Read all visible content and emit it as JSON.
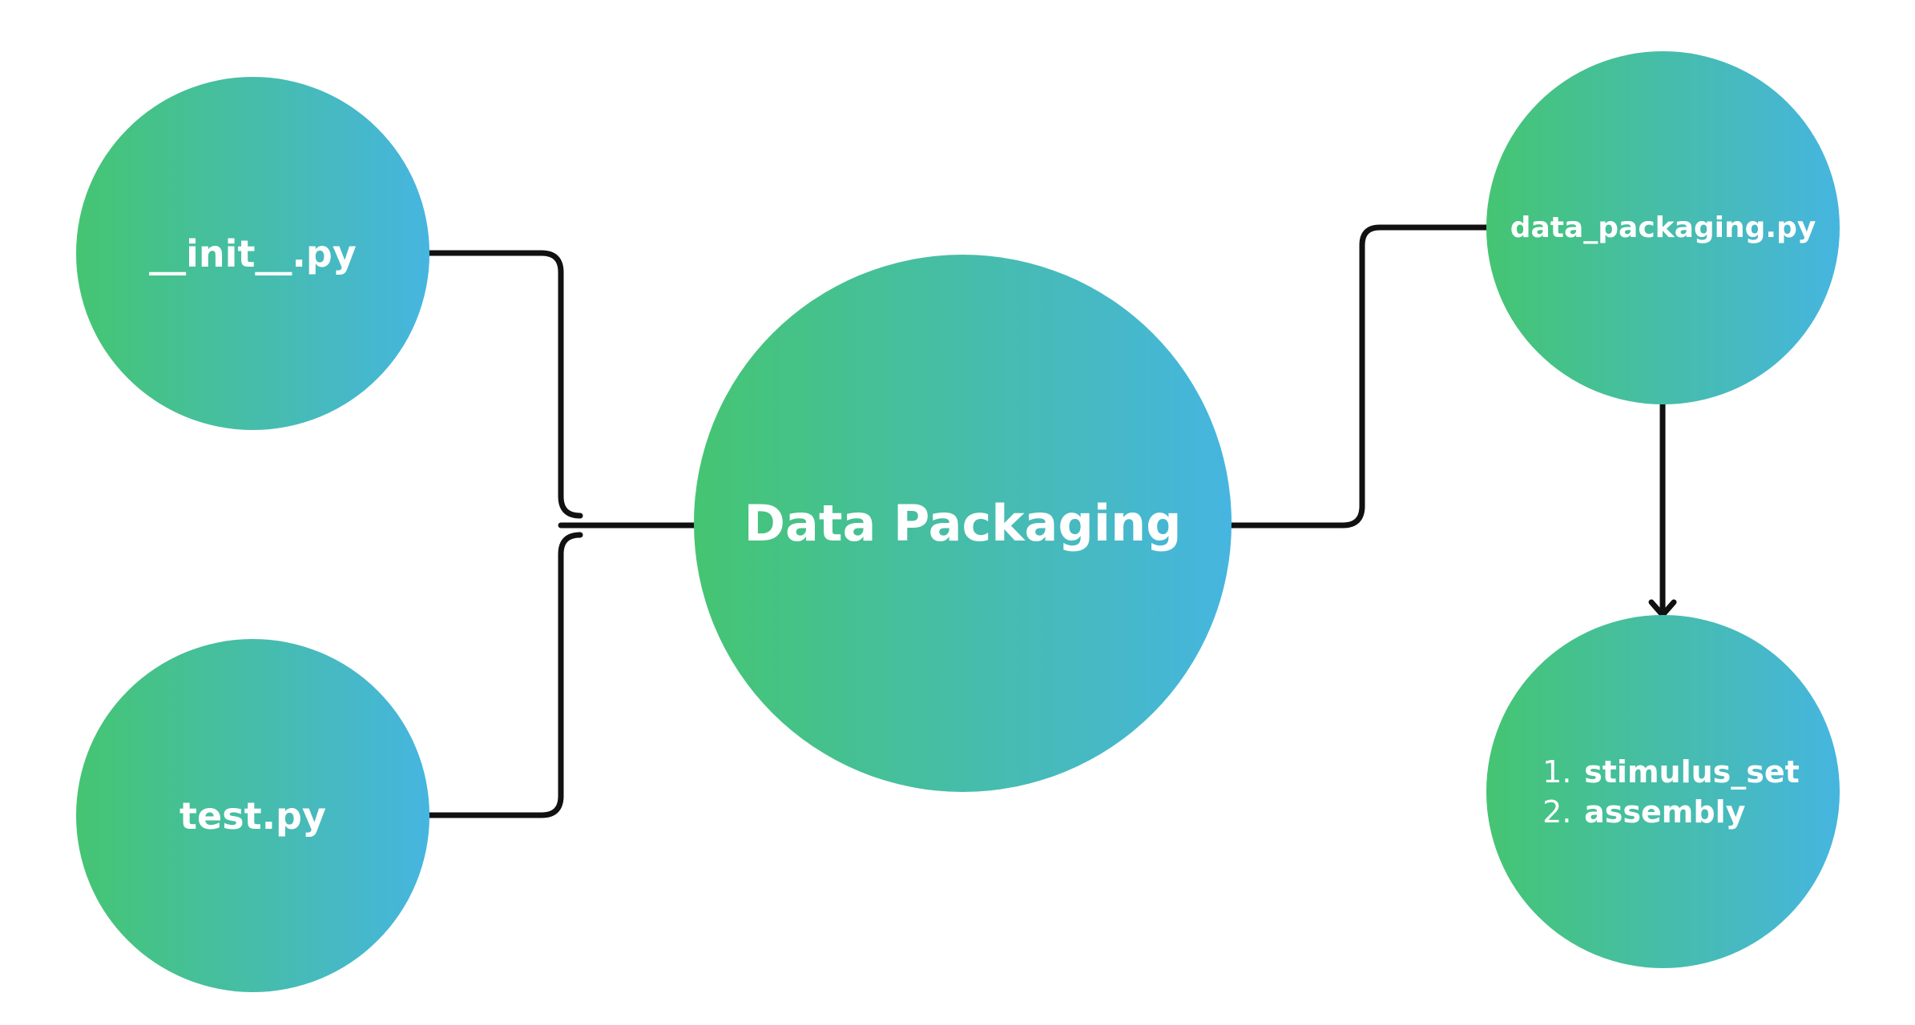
{
  "colors": {
    "gradient_start": "#45c572",
    "gradient_end": "#46b5e0",
    "connector": "#111111",
    "text": "#ffffff",
    "background": "#ffffff"
  },
  "nodes": {
    "init": {
      "label": "__init__.py"
    },
    "test": {
      "label": "test.py"
    },
    "main": {
      "label": "Data Packaging"
    },
    "data_packaging": {
      "label": "data_packaging.py"
    },
    "outputs": {
      "items": [
        {
          "number": "1.",
          "label": "stimulus_set"
        },
        {
          "number": "2.",
          "label": "assembly"
        }
      ]
    }
  }
}
